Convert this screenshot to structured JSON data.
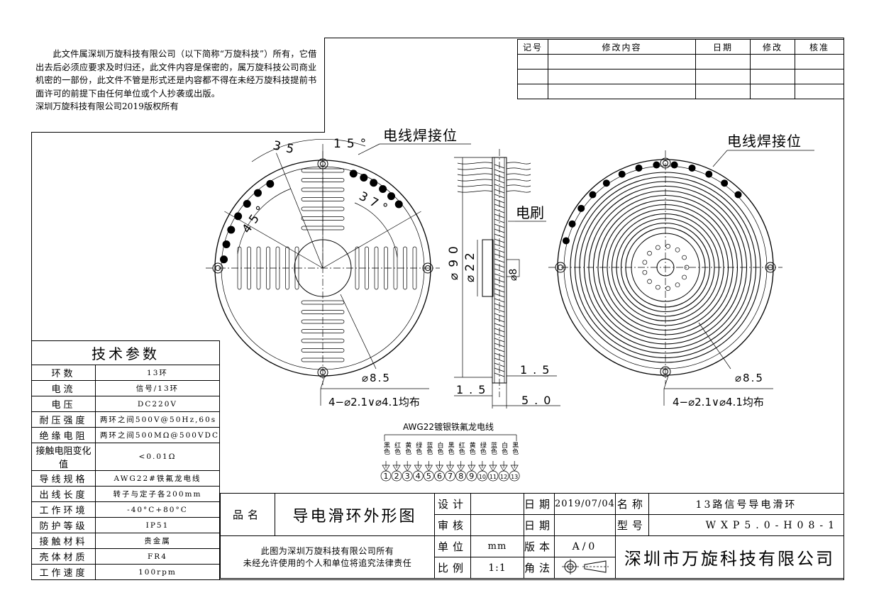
{
  "notice": {
    "text": "此文件属深圳万旋科技有限公司（以下简称“万旋科技”）所有，它借出去后必须应要求及时归还，此文件内容是保密的，属万旋科技公司商业机密的一部份，此文件不管是形式还是内容都不得在未经万旋科技提前书面许可的前提下由任何单位或个人抄袭或出版。",
    "copyright": "深圳万旋科技有限公司2019版权所有"
  },
  "revision": {
    "headers": [
      "记号",
      "修改内容",
      "日期",
      "修改",
      "核准"
    ]
  },
  "drawing": {
    "label_weld_left": "电线焊接位",
    "label_weld_right": "电线焊接位",
    "label_brush": "电刷",
    "angle_35": "35",
    "angle_15": "15°",
    "angle_37": "37°",
    "angle_45": "45°",
    "hole_left": "⌀8.5",
    "hole_right": "⌀8.5",
    "holes_left": "4−⌀2.1∨⌀4.1均布",
    "holes_right": "4−⌀2.1∨⌀4.1均布",
    "dia_90": "⌀90",
    "dia_22": "⌀22",
    "dia_8": "⌀8",
    "dim_1_5_top": "1.5",
    "dim_1_5_bottom": "1.5",
    "dim_5_0": "5.0",
    "wire_title": "AWG22镀银铁氟龙电线",
    "wire_colors": [
      "黑色",
      "红色",
      "黄色",
      "绿色",
      "蓝色",
      "白色",
      "黑色",
      "红色",
      "黄色",
      "绿色",
      "蓝色",
      "白色",
      "黑色"
    ],
    "wire_numbers": [
      "1",
      "2",
      "3",
      "4",
      "5",
      "6",
      "7",
      "8",
      "9",
      "10",
      "11",
      "12",
      "13"
    ]
  },
  "spec": {
    "title": "技术参数",
    "rows": [
      {
        "k": "环数",
        "v": "13环"
      },
      {
        "k": "电流",
        "v": "信号/13环"
      },
      {
        "k": "电压",
        "v": "DC220V"
      },
      {
        "k": "耐压强度",
        "v": "两环之间500V@50Hz,60s"
      },
      {
        "k": "绝缘电阻",
        "v": "两环之间500MΩ@500VDC"
      },
      {
        "k": "接触电阻变化值",
        "v": "<0.01Ω"
      },
      {
        "k": "导线规格",
        "v": "AWG22#铁氟龙电线"
      },
      {
        "k": "出线长度",
        "v": "转子与定子各200mm"
      },
      {
        "k": "工作环境",
        "v": "-40°C+80°C"
      },
      {
        "k": "防护等级",
        "v": "IP51"
      },
      {
        "k": "接触材料",
        "v": "贵金属"
      },
      {
        "k": "壳体材质",
        "v": "FR4"
      },
      {
        "k": "工作速度",
        "v": "100rpm"
      }
    ]
  },
  "titleblock": {
    "pinming_label": "品名",
    "pinming_value": "导电滑环外形图",
    "statement": "此图为深圳万旋科技有限公司所有\n未经允许使用的个人和单位将追究法律责任",
    "design": "设计",
    "review": "审核",
    "unit": "单位",
    "unit_value": "mm",
    "scale": "比例",
    "scale_value": "1:1",
    "date": "日期",
    "date_value": "2019/07/04",
    "date2": "日期",
    "version": "版本",
    "version_value": "A/0",
    "angle_method": "角法",
    "name_label": "名称",
    "name_value": "13路信号导电滑环",
    "model_label": "型号",
    "model_value": "WXP5.0-H08-1",
    "company": "深圳市万旋科技有限公司"
  }
}
